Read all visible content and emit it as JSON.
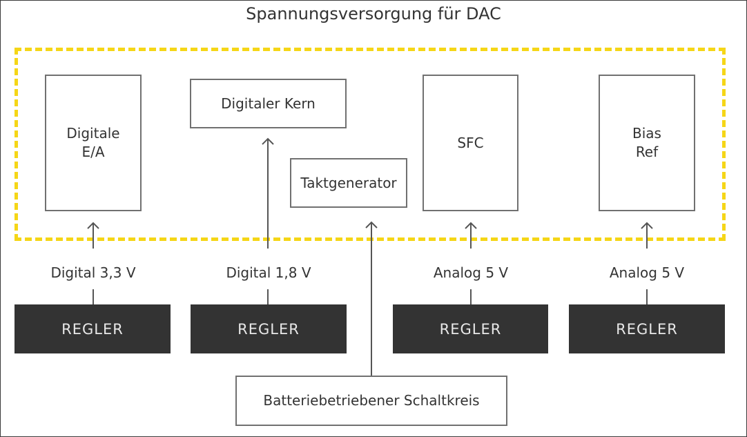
{
  "title": "Spannungsversorgung für DAC",
  "colors": {
    "dashed_border": "#f5d617",
    "regler_fill": "#333333",
    "box_border": "#707070"
  },
  "blocks": {
    "digital_io": "Digitale\nE/A",
    "digital_core": "Digitaler Kern",
    "clock": "Taktgenerator",
    "sfc": "SFC",
    "bias": "Bias\nRef"
  },
  "rails": [
    "Digital 3,3 V",
    "Digital 1,8 V",
    "Analog 5 V",
    "Analog 5 V"
  ],
  "regulators": [
    "REGLER",
    "REGLER",
    "REGLER",
    "REGLER"
  ],
  "battery": "Batteriebetriebener Schaltkreis"
}
